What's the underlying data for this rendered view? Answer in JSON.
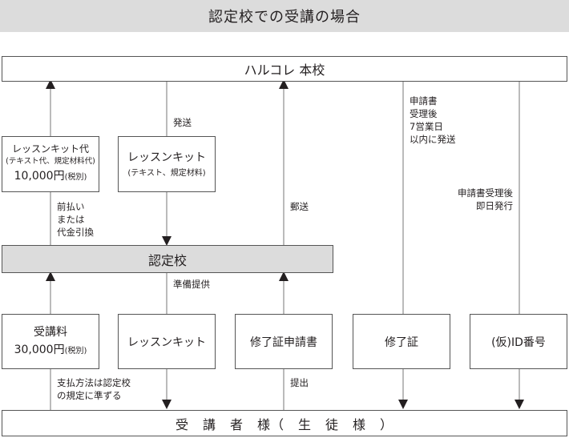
{
  "title": "認定校での受講の場合",
  "headquarters": "ハルコレ 本校",
  "school": "認定校",
  "student": "受　講　者　様（　生　徒　様　）",
  "top_row": {
    "kit_fee_title": "レッスンキット代",
    "kit_fee_sub": "(テキスト代、規定材料代)",
    "kit_fee_price": "10,000円",
    "kit_fee_tax": "(税別)",
    "kit_title": "レッスンキット",
    "kit_sub": "(テキスト、規定材料)"
  },
  "bottom_row": {
    "tuition_title": "受講料",
    "tuition_price": "30,000円",
    "tuition_tax": "(税別)",
    "kit": "レッスンキット",
    "application": "修了証申請書",
    "certificate": "修了証",
    "id_number": "(仮)ID番号"
  },
  "labels": {
    "shipping": "発送",
    "payment_line1": "前払い",
    "payment_line2": "または",
    "payment_line3": "代金引換",
    "mail": "郵送",
    "prepare": "準備提供",
    "cert_line1": "申請書",
    "cert_line2": "受理後",
    "cert_line3": "7営業日",
    "cert_line4": "以内に発送",
    "id_line1": "申請書受理後",
    "id_line2": "即日発行",
    "pay_method_line1": "支払方法は認定校",
    "pay_method_line2": "の規定に準ずる",
    "submit": "提出"
  }
}
